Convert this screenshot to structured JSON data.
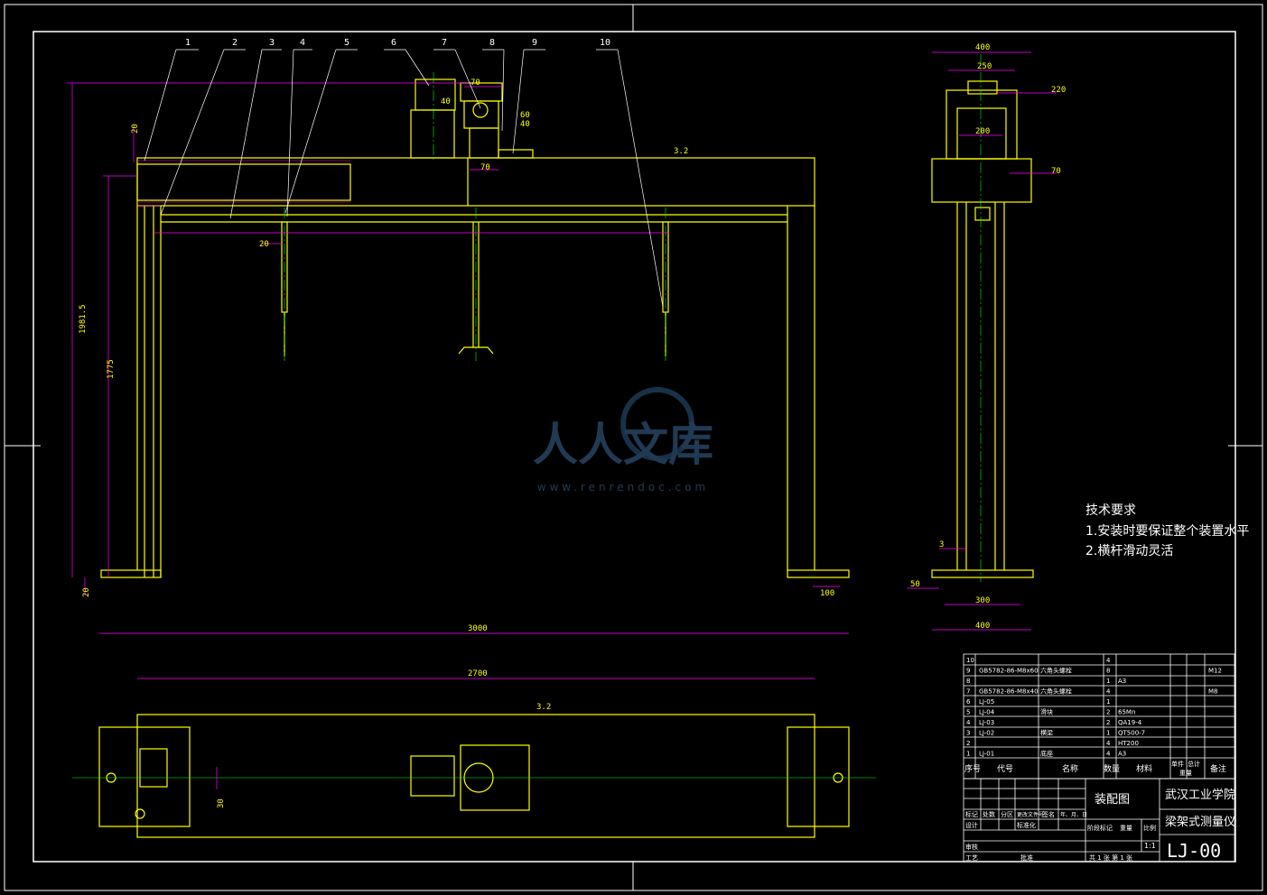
{
  "balloons": [
    "1",
    "2",
    "3",
    "4",
    "5",
    "6",
    "7",
    "8",
    "9",
    "10"
  ],
  "dims": {
    "overall_height": "1981.5",
    "col_height": "1775",
    "top_plate": "20",
    "base_bottom": "20",
    "base_right": "100",
    "rail_gap": "20",
    "motor_70a": "70",
    "motor_40a": "40",
    "motor_40b": "40",
    "motor_70b": "70",
    "motor_60": "60",
    "total_length": "3000",
    "inner_length": "2700",
    "plan_30": "30",
    "side_400_top": "400",
    "side_250": "250",
    "side_220": "220",
    "side_200": "200",
    "side_70": "70",
    "side_3": "3",
    "side_50": "50",
    "side_300": "300",
    "side_400_bottom": "400"
  },
  "roughness": [
    "3.2",
    "3.2"
  ],
  "tech_requirements": {
    "title": "技术要求",
    "items": [
      "1.安装时要保证整个装置水平",
      "2.横杆滑动灵活"
    ]
  },
  "watermark": {
    "text": "人人文库",
    "url": "www.renrendoc.com"
  },
  "bom": {
    "rows": [
      {
        "no": "10",
        "code": "",
        "name": "",
        "qty": "4",
        "mat": "",
        "note": ""
      },
      {
        "no": "9",
        "code": "GB5782-86-M8x60",
        "name": "六角头螺栓",
        "qty": "8",
        "mat": "",
        "note": "M12"
      },
      {
        "no": "8",
        "code": "",
        "name": "",
        "qty": "1",
        "mat": "A3",
        "note": ""
      },
      {
        "no": "7",
        "code": "GB5782-86-M8x40",
        "name": "六角头螺栓",
        "qty": "4",
        "mat": "",
        "note": "M8"
      },
      {
        "no": "6",
        "code": "LJ-05",
        "name": "",
        "qty": "1",
        "mat": "",
        "note": ""
      },
      {
        "no": "5",
        "code": "LJ-04",
        "name": "滑块",
        "qty": "2",
        "mat": "65Mn",
        "note": ""
      },
      {
        "no": "4",
        "code": "LJ-03",
        "name": "",
        "qty": "2",
        "mat": "QA19-4",
        "note": ""
      },
      {
        "no": "3",
        "code": "LJ-02",
        "name": "横梁",
        "qty": "1",
        "mat": "QT500-7",
        "note": ""
      },
      {
        "no": "2",
        "code": "",
        "name": "",
        "qty": "4",
        "mat": "HT200",
        "note": ""
      },
      {
        "no": "1",
        "code": "LJ-01",
        "name": "底座",
        "qty": "4",
        "mat": "A3",
        "note": ""
      }
    ],
    "headers": [
      "序号",
      "代号",
      "名称",
      "数量",
      "材料",
      "单件",
      "总计",
      "备注"
    ],
    "weight": "重量"
  },
  "title_block": {
    "drawing_type": "装配图",
    "school": "武汉工业学院",
    "product": "梁架式测量仪",
    "code": "LJ-00",
    "scale": "1:1",
    "left_labels": [
      "标记",
      "处数",
      "分区",
      "更改文件号",
      "签名",
      "年、月、日"
    ],
    "row_design": [
      "设计",
      "",
      "标准化",
      ""
    ],
    "stage_labels": [
      "阶段标记",
      "重量",
      "比例"
    ],
    "check": "审核",
    "process": "工艺",
    "approve": "批准",
    "sheet_text": "共 1 张   第 1 张"
  }
}
